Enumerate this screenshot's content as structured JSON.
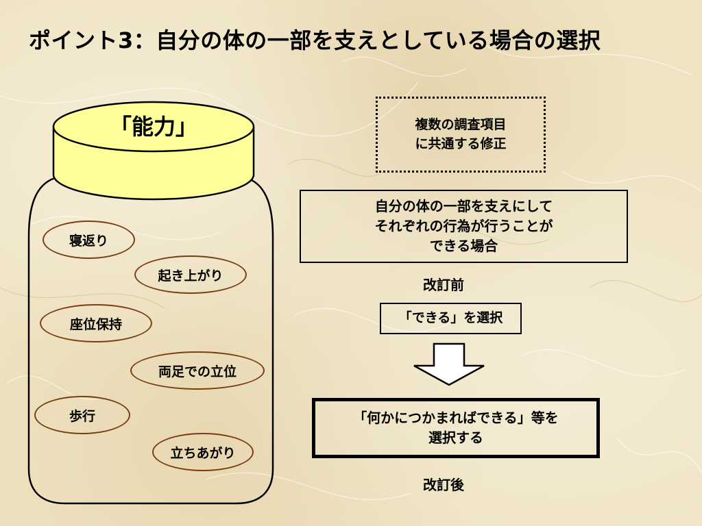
{
  "title": "ポイント3：自分の体の一部を支えとしている場合の選択",
  "jar": {
    "label": "「能力」",
    "items": [
      "寝返り",
      "起き上がり",
      "座位保持",
      "両足での立位",
      "歩行",
      "立ちあがり"
    ]
  },
  "note": "複数の調査項目\nに共通する修正",
  "condition": "自分の体の一部を支えにして\nそれぞれの行為が行うことが\nできる場合",
  "before_label": "改訂前",
  "before_choice": "「できる」を選択",
  "after_choice": "「何かにつかまればできる」等を\n選択する",
  "after_label": "改訂後",
  "colors": {
    "lid": "#ffff99",
    "oval_border": "#7a3d12",
    "background": "#efe3c2"
  }
}
